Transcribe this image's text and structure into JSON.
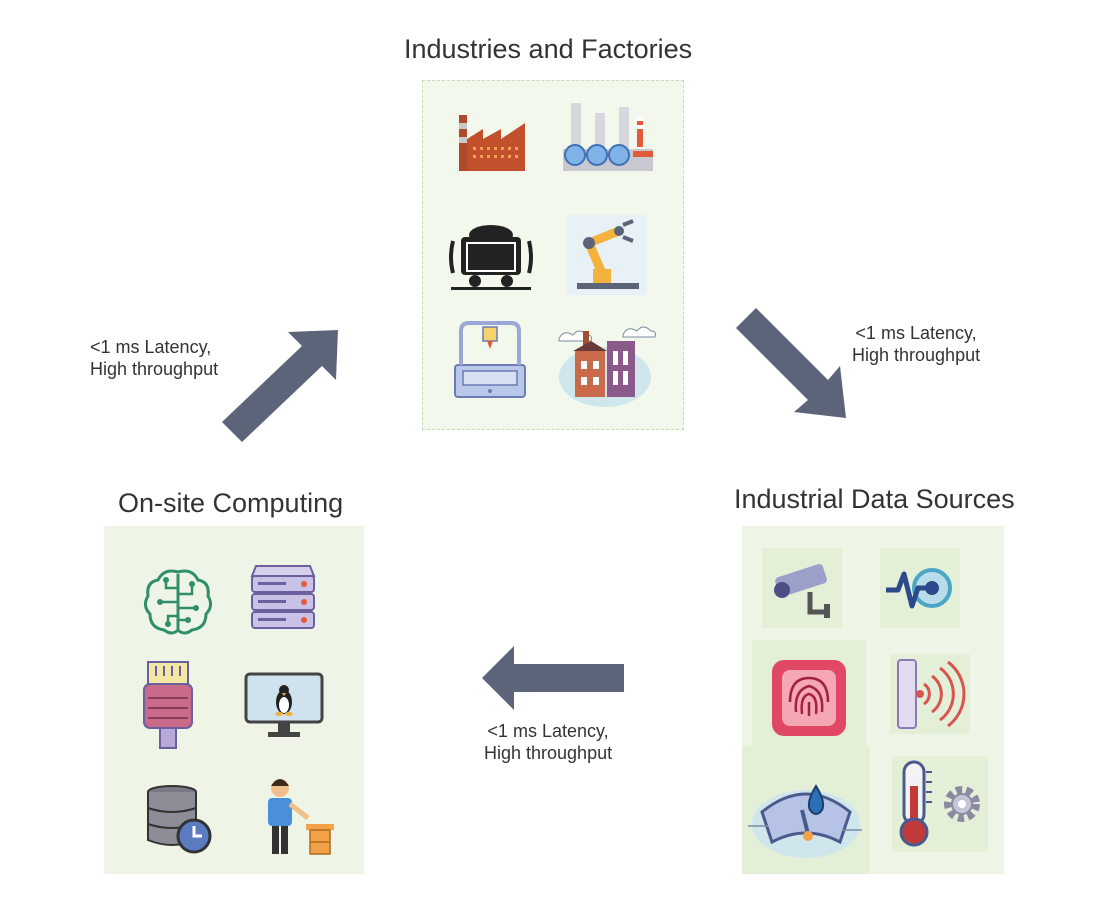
{
  "nodes": {
    "industries": {
      "title": "Industries and Factories",
      "icons": [
        "factory-icon",
        "refinery-icon",
        "mine-cart-icon",
        "robotic-arm-icon",
        "3d-printer-icon",
        "town-buildings-icon"
      ]
    },
    "data_sources": {
      "title": "Industrial Data Sources",
      "icons": [
        "security-camera-icon",
        "pulse-sensor-icon",
        "fingerprint-scanner-icon",
        "proximity-sensor-icon",
        "rain-gauge-icon",
        "thermometer-gear-icon"
      ]
    },
    "computing": {
      "title": "On-site Computing",
      "icons": [
        "ai-brain-icon",
        "server-rack-icon",
        "ethernet-cable-icon",
        "linux-monitor-icon",
        "database-clock-icon",
        "worker-desk-icon"
      ]
    }
  },
  "edges": {
    "computing_to_industries": {
      "line1": "<1 ms Latency,",
      "line2": "High throughput"
    },
    "industries_to_sources": {
      "line1": "<1 ms Latency,",
      "line2": "High throughput"
    },
    "sources_to_computing": {
      "line1": "<1 ms Latency,",
      "line2": "High throughput"
    }
  },
  "colors": {
    "arrow": "#5b6478",
    "panel": "#eef5e6",
    "text": "#333333"
  }
}
